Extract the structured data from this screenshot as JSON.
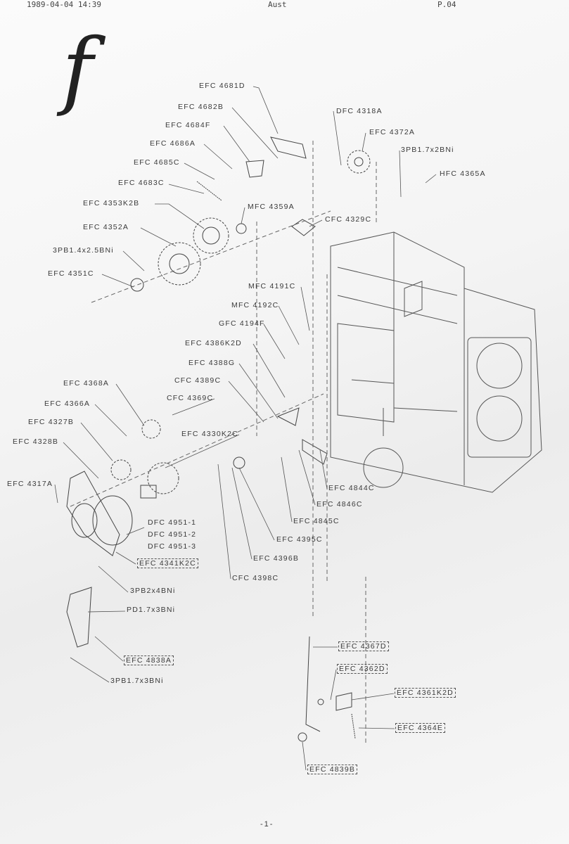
{
  "header": {
    "datetime": "1989-04-04  14:39",
    "sender": "Aust",
    "page": "P.04"
  },
  "logo": "f",
  "labels": {
    "efc4681d": "EFC 4681D",
    "efc4682b": "EFC 4682B",
    "efc4684f": "EFC 4684F",
    "efc4686a": "EFC 4686A",
    "efc4685c": "EFC 4685C",
    "efc4683c": "EFC 4683C",
    "efc4353k2b": "EFC 4353K2B",
    "efc4352a": "EFC 4352A",
    "pb14x25": "3PB1.4x2.5BNi",
    "efc4351c": "EFC 4351C",
    "mfc4359a": "MFC 4359A",
    "dfc4318a": "DFC 4318A",
    "efc4372a": "EFC 4372A",
    "pb17x2": "3PB1.7x2BNi",
    "hfc4365a": "HFC 4365A",
    "cfc4329c": "CFC 4329C",
    "mfc4191c": "MFC 4191C",
    "mfc4192c": "MFC 4192C",
    "gfc4194f": "GFC 4194F",
    "efc4386k2d": "EFC 4386K2D",
    "efc4388g": "EFC 4388G",
    "cfc4389c": "CFC 4389C",
    "cfc4369c": "CFC 4369C",
    "efc4368a": "EFC 4368A",
    "efc4366a": "EFC 4366A",
    "efc4327b": "EFC 4327B",
    "efc4328b": "EFC 4328B",
    "efc4330k2c": "EFC 4330K2C",
    "efc4317a": "EFC 4317A",
    "dfc4951_1": "DFC 4951-1",
    "dfc4951_2": "DFC 4951-2",
    "dfc4951_3": "DFC 4951-3",
    "efc4341k2c": "EFC 4341K2C",
    "efc4844c": "EFC 4844C",
    "efc4846c": "EFC 4846C",
    "efc4845c": "EFC 4845C",
    "efc4395c": "EFC 4395C",
    "efc4396b": "EFC 4396B",
    "cfc4398c": "CFC 4398C",
    "pb2x4": "3PB2x4BNi",
    "pd17x3": "PD1.7x3BNi",
    "efc4838a": "EFC 4838A",
    "pb17x3": "3PB1.7x3BNi",
    "efc4367d": "EFC 4367D",
    "efc4362d": "EFC 4362D",
    "efc4361k2d": "EFC 4361K2D",
    "efc4364e": "EFC 4364E",
    "efc4839b": "EFC 4839B"
  },
  "page_number": "-1-"
}
